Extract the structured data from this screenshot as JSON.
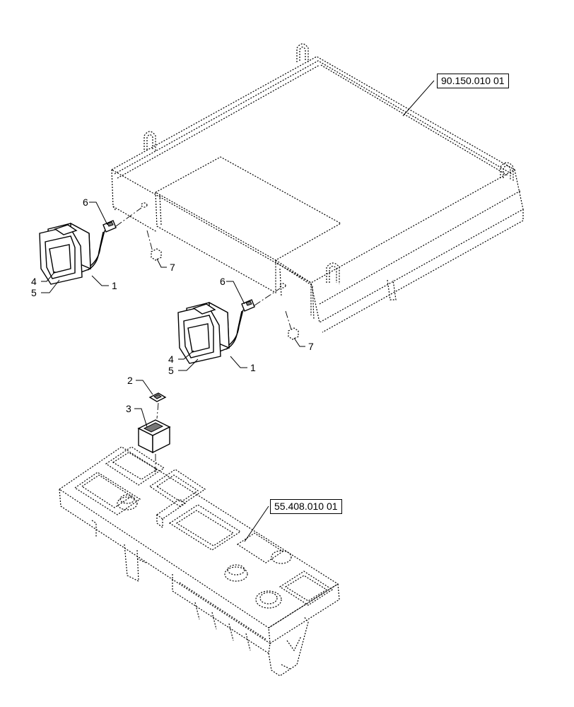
{
  "references": {
    "cab_roof": "90.150.010 01",
    "instrument_panel": "55.408.010 01"
  },
  "callouts": {
    "upper_lamp": {
      "harness": "1",
      "seal": "6",
      "bezel": "4",
      "lens": "5",
      "nut": "7"
    },
    "lower_lamp": {
      "harness": "1",
      "seal": "6",
      "bezel": "4",
      "lens": "5",
      "nut": "7"
    },
    "switch": {
      "cap": "2",
      "body": "3"
    }
  }
}
